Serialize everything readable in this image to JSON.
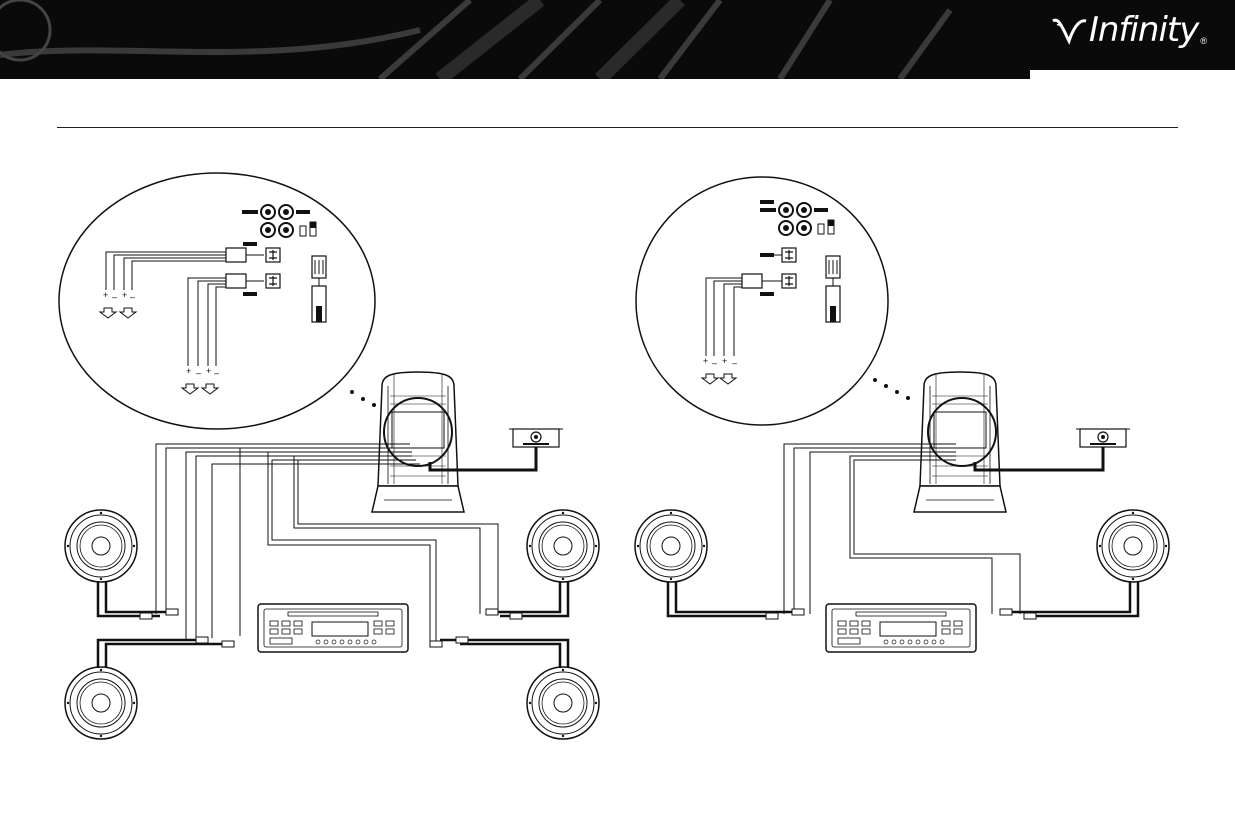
{
  "header": {
    "brand_name": "Infinity",
    "brand_mark": "®",
    "logo_icon": "infinity-v-logo-icon"
  },
  "diagrams": [
    {
      "name": "four-speaker-system",
      "speaker_count": 4
    },
    {
      "name": "two-speaker-system",
      "speaker_count": 2
    }
  ],
  "colors": {
    "header_bg": "#0a0a0a",
    "line": "#111111",
    "background": "#ffffff"
  }
}
